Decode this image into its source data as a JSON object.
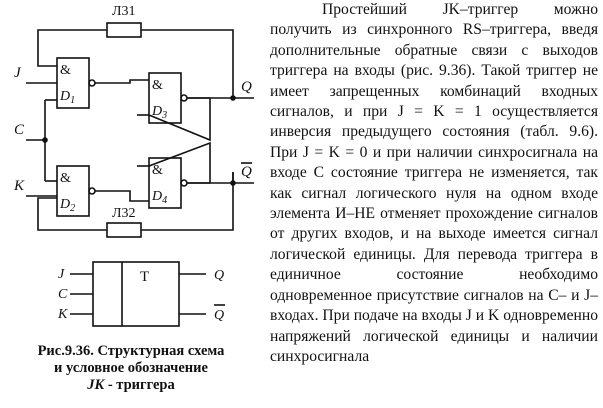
{
  "figure": {
    "feedback_labels": {
      "top": "Л31",
      "bottom": "Л32"
    },
    "inputs": {
      "j": "J",
      "c": "C",
      "k": "K"
    },
    "outputs": {
      "q": "Q",
      "q_bar": "Q"
    },
    "gates": [
      {
        "id": "D1",
        "symbol": "&",
        "letter": "D",
        "sub": "1"
      },
      {
        "id": "D2",
        "symbol": "&",
        "letter": "D",
        "sub": "2"
      },
      {
        "id": "D3",
        "symbol": "&",
        "letter": "D",
        "sub": "3"
      },
      {
        "id": "D4",
        "symbol": "&",
        "letter": "D",
        "sub": "4"
      }
    ],
    "symbol": {
      "inputs": [
        "J",
        "C",
        "K"
      ],
      "box_label": "T",
      "outputs": [
        "Q",
        "Q"
      ]
    },
    "caption": {
      "line1": "Рис.9.36. Структурная схема",
      "line2": "и условное обозначение",
      "line3_italic": "JK",
      "line3_rest": "- триггера"
    }
  },
  "body_text": "Простейший JK–триггер можно получить из синхронного RS–триггера, введя дополнительные обратные связи с выходов триггера на входы (рис. 9.36). Такой триггер не имеет запрещенных комбинаций входных сигналов, и при J = K = 1 осуществляется инверсия предыдущего состояния (табл. 9.6). При J = K = 0 и при наличии синхросигнала на входе C состояние триггера не изменяется, так как сигнал логического нуля на одном входе элемента И–НЕ отменяет прохождение сигналов от других входов, и на выходе имеется сигнал логической единицы. Для перевода триггера в единичное состояние необходимо одновременное присутствие сигналов на C– и J– входах. При подаче на входы J и K одновременно напряжений логической единицы и наличии синхросигнала"
}
